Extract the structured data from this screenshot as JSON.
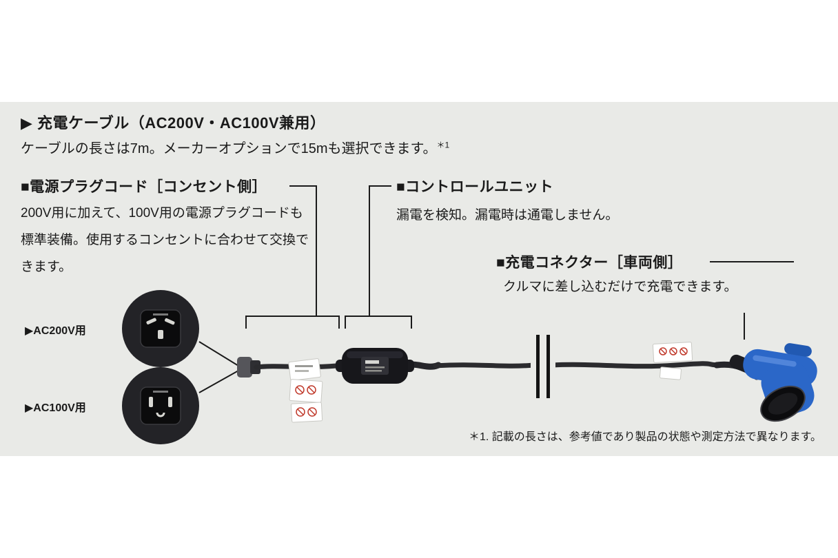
{
  "colors": {
    "band_bg": "#e9eae7",
    "text": "#1a1a1a",
    "cable": "#2b2b2e",
    "connector_blue": "#2b67c8"
  },
  "header": {
    "title": "▶ 充電ケーブル（AC200V・AC100V兼用）",
    "subtitle": "ケーブルの長さは7m。メーカーオプションで15mも選択できます。",
    "note_ref": "＊1"
  },
  "sections": {
    "plug_cord": {
      "heading": "■電源プラグコード［コンセント側］",
      "body": "200V用に加えて、100V用の電源プラグコードも標準装備。使用するコンセントに合わせて交換できます。"
    },
    "control_unit": {
      "heading": "■コントロールユニット",
      "body": "漏電を検知。漏電時は通電しません。"
    },
    "connector": {
      "heading": "■充電コネクター［車両側］",
      "body": "クルマに差し込むだけで充電できます。"
    }
  },
  "plugs": {
    "ac200": "▶AC200V用",
    "ac100": "▶AC100V用"
  },
  "footnote": "＊1. 記載の長さは、参考値であり製品の状態や測定方法で異なります。"
}
